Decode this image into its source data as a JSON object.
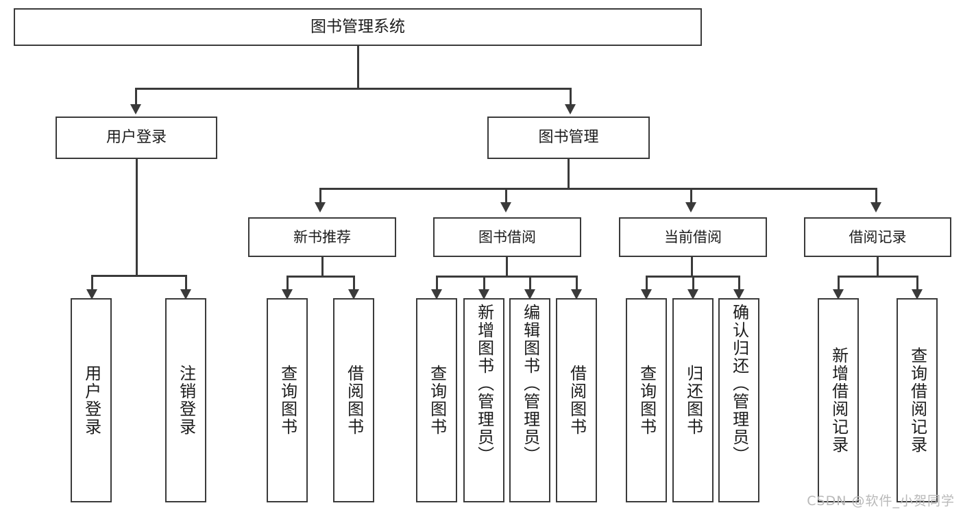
{
  "diagram": {
    "title": "图书管理系统",
    "type": "tree",
    "watermark": "CSDN @软件_小贺同学",
    "colors": {
      "stroke": "#3a3a3a",
      "fill": "#ffffff",
      "text": "#1c1c1c",
      "watermark": "#b9b9b9"
    },
    "nodes": {
      "root": {
        "label": "图书管理系统"
      },
      "level2": [
        {
          "id": "user-login",
          "label": "用户登录"
        },
        {
          "id": "book-manage",
          "label": "图书管理"
        }
      ],
      "level3": [
        {
          "id": "new-book-recommend",
          "label": "新书推荐"
        },
        {
          "id": "book-borrow",
          "label": "图书借阅"
        },
        {
          "id": "current-borrow",
          "label": "当前借阅"
        },
        {
          "id": "borrow-record",
          "label": "借阅记录"
        }
      ],
      "leaves": {
        "user-login": [
          {
            "id": "leaf-user-login",
            "label": "用户登录"
          },
          {
            "id": "leaf-user-logout",
            "label": "注销登录"
          }
        ],
        "new-book-recommend": [
          {
            "id": "leaf-query-book-1",
            "label": "查询图书"
          },
          {
            "id": "leaf-borrow-book-1",
            "label": "借阅图书"
          }
        ],
        "book-borrow": [
          {
            "id": "leaf-query-book-2",
            "label": "查询图书"
          },
          {
            "id": "leaf-add-book",
            "label": "新增图书（管理员）"
          },
          {
            "id": "leaf-edit-book",
            "label": "编辑图书（管理员）"
          },
          {
            "id": "leaf-borrow-book-2",
            "label": "借阅图书"
          }
        ],
        "current-borrow": [
          {
            "id": "leaf-query-book-3",
            "label": "查询图书"
          },
          {
            "id": "leaf-return-book",
            "label": "归还图书"
          },
          {
            "id": "leaf-confirm-return",
            "label": "确认归还（管理员）"
          }
        ],
        "borrow-record": [
          {
            "id": "leaf-add-record",
            "label": "新增借阅记录"
          },
          {
            "id": "leaf-query-record",
            "label": "查询借阅记录"
          }
        ]
      }
    }
  }
}
